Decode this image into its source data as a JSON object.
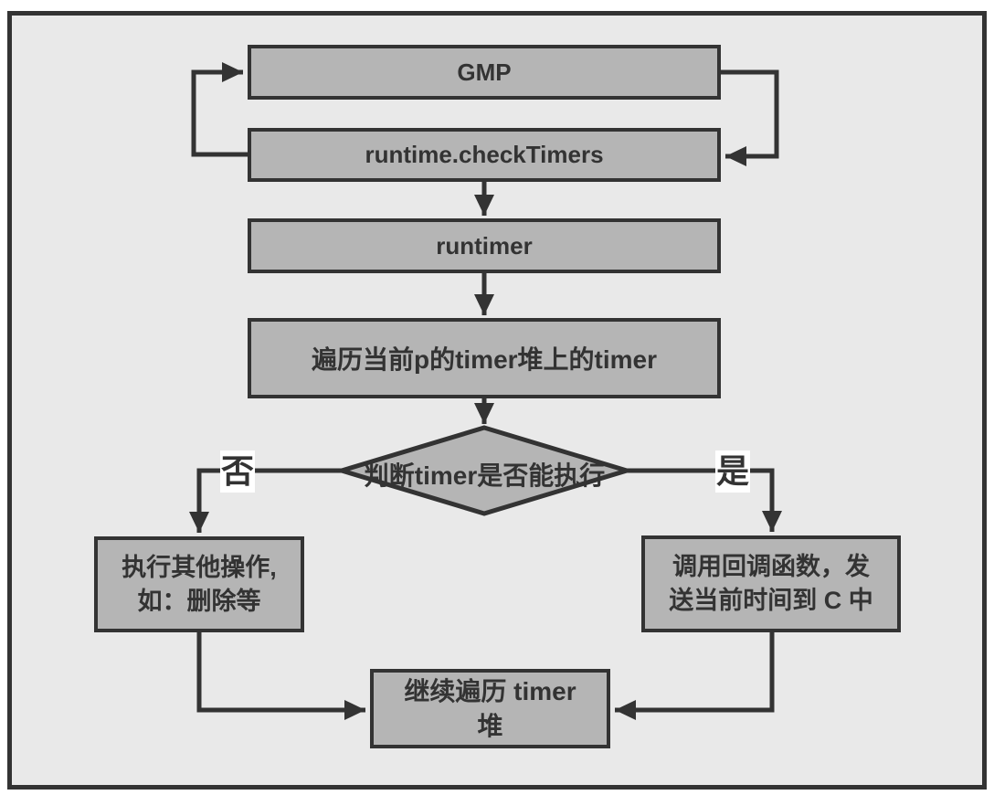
{
  "diagram": {
    "background_color": "#e9e9e9",
    "node_fill_color": "#b5b5b5",
    "line_color": "#333333",
    "label_background_color": "#ffffff",
    "nodes": {
      "gmp": {
        "label": "GMP"
      },
      "check_timers": {
        "label": "runtime.checkTimers"
      },
      "runtimer": {
        "label": "runtimer"
      },
      "iterate_timers": {
        "label": "遍历当前p的timer堆上的timer"
      },
      "decision": {
        "label": "判断timer是否能执行"
      },
      "other_ops": {
        "line1": "执行其他操作,",
        "line2": "如：删除等"
      },
      "callback": {
        "line1": "调用回调函数，发",
        "line2": "送当前时间到 C 中"
      },
      "continue_iterate": {
        "line1": "继续遍历 timer",
        "line2": "堆"
      }
    },
    "edge_labels": {
      "no": "否",
      "yes": "是"
    }
  }
}
